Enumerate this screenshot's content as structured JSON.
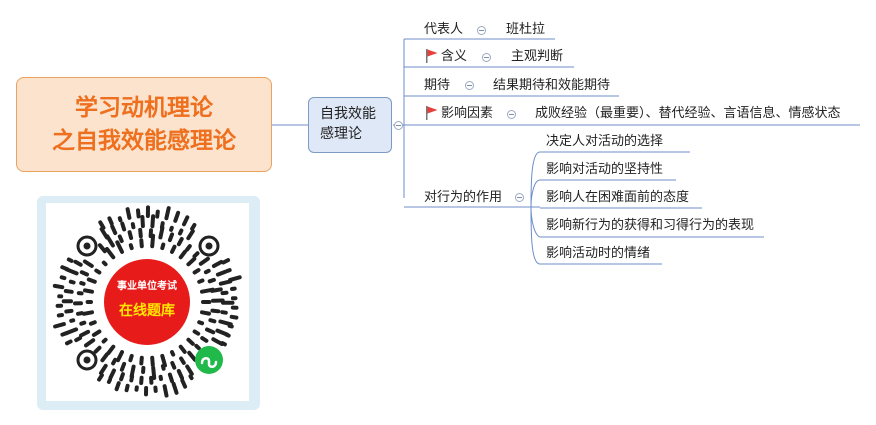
{
  "root": {
    "line1": "学习动机理论",
    "line2": "之自我效能感理论"
  },
  "center": {
    "line1": "自我效能",
    "line2": "感理论"
  },
  "branches": [
    {
      "label": "代表人",
      "flag": false,
      "value": "班杜拉"
    },
    {
      "label": "含义",
      "flag": true,
      "value": "主观判断"
    },
    {
      "label": "期待",
      "flag": false,
      "value": "结果期待和效能期待"
    },
    {
      "label": "影响因素",
      "flag": true,
      "value": "成败经验（最重要）、替代经验、言语信息、情感状态"
    },
    {
      "label": "对行为的作用",
      "flag": false,
      "value": ""
    }
  ],
  "effects": [
    "决定人对活动的选择",
    "影响对活动的坚持性",
    "影响人在困难面前的态度",
    "影响新行为的获得和习得行为的表现",
    "影响活动时的情绪"
  ],
  "qr": {
    "line1": "事业单位考试",
    "line2": "在线题库"
  },
  "colors": {
    "root_text": "#ee6f1d",
    "root_fill": "#fbe3cd",
    "node_fill": "#dfe8f6",
    "line": "#6c8dc8",
    "flag": "#e5413a",
    "badge": "#e81b1b",
    "badge_text": "#ffe600",
    "mini": "#21b94a"
  }
}
